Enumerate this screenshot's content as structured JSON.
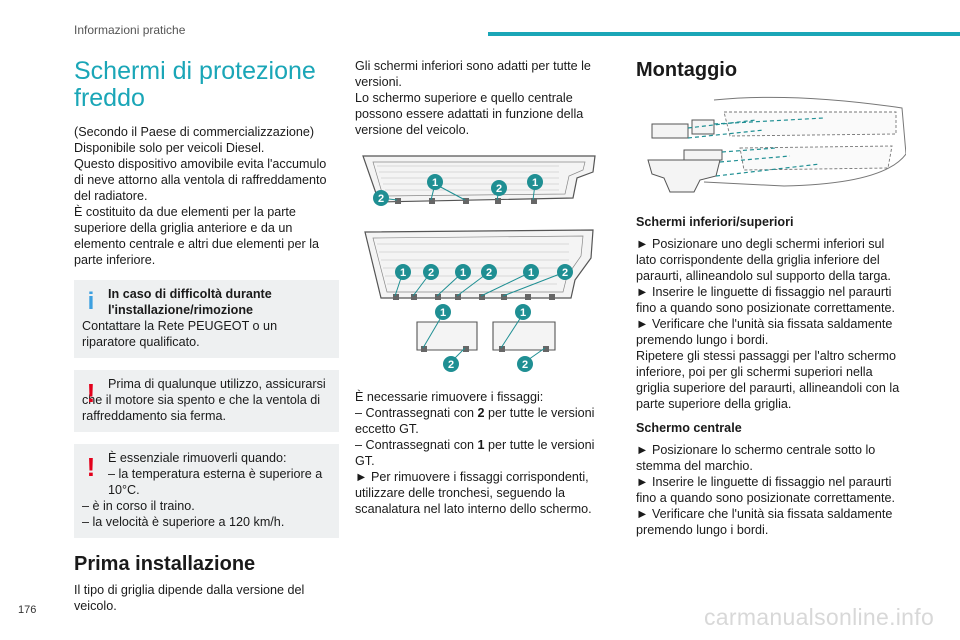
{
  "header": {
    "section": "Informazioni pratiche"
  },
  "page_number": "176",
  "watermark": "carmanualsonline.info",
  "col1": {
    "title_line1": "Schermi di protezione",
    "title_line2": "freddo",
    "intro": [
      "(Secondo il Paese di commercializzazione)",
      "Disponibile solo per veicoli Diesel.",
      "Questo dispositivo amovibile evita l'accumulo di neve attorno alla ventola di raffreddamento del radiatore.",
      "È costituito da due elementi per la parte superiore della griglia anteriore e da un elemento centrale e altri due elementi per la parte inferiore."
    ],
    "info_box": {
      "icon": "info-icon",
      "title": "In caso di difficoltà durante l'installazione/rimozione",
      "text": "Contattare la Rete PEUGEOT o un riparatore qualificato."
    },
    "warning1": {
      "icon": "warning-icon",
      "text": "Prima di qualunque utilizzo, assicurarsi che il motore sia spento e che la ventola di raffreddamento sia ferma."
    },
    "warning2": {
      "icon": "warning-icon",
      "intro": "È essenziale rimuoverli quando:",
      "items": [
        "–  la temperatura esterna è superiore a 10°C.",
        "–  è in corso il traino.",
        "–  la velocità è superiore a 120 km/h."
      ]
    },
    "section2_title": "Prima installazione",
    "section2_text": "Il tipo di griglia dipende dalla versione del veicolo."
  },
  "col2": {
    "intro": [
      "Gli schermi inferiori sono adatti per tutte le versioni.",
      "Lo schermo superiore e quello centrale possono essere adattati in funzione della versione del veicolo."
    ],
    "figure_labels": {
      "one": "1",
      "two": "2"
    },
    "removal": {
      "intro": "È necessarie rimuovere i fissaggi:",
      "item1_pre": "–  Contrassegnati con ",
      "item1_bold": "2",
      "item1_post": " per tutte le versioni eccetto GT.",
      "item2_pre": "–  Contrassegnati con ",
      "item2_bold": "1",
      "item2_post": " per tutte le versioni GT.",
      "item3": "►  Per rimuovere i fissaggi corrispondenti, utilizzare delle tronchesi, seguendo la scanalatura nel lato interno dello schermo."
    }
  },
  "col3": {
    "title": "Montaggio",
    "sub1": {
      "title": "Schermi inferiori/superiori",
      "steps": [
        "►  Posizionare uno degli schermi inferiori sul lato corrispondente della griglia inferiore del paraurti, allineandolo sul supporto della targa.",
        "►  Inserire le linguette di fissaggio nel paraurti fino a quando sono posizionate correttamente.",
        "►  Verificare che l'unità sia fissata saldamente premendo lungo i bordi.",
        "Ripetere gli stessi passaggi per l'altro schermo inferiore, poi per gli schermi superiori nella griglia superiore del paraurti, allineandoli con la parte superiore della griglia."
      ]
    },
    "sub2": {
      "title": "Schermo centrale",
      "steps": [
        "►  Posizionare lo schermo centrale sotto lo stemma del marchio.",
        "►  Inserire le linguette di fissaggio nel paraurti fino a quando sono posizionate correttamente.",
        "►  Verificare che l'unità sia fissata saldamente premendo lungo i bordi."
      ]
    }
  },
  "colors": {
    "accent": "#1aa6b7",
    "warning": "#e3001b",
    "info": "#3da0e0",
    "box_bg": "#eef0f1",
    "callout": "#1f8f93"
  }
}
